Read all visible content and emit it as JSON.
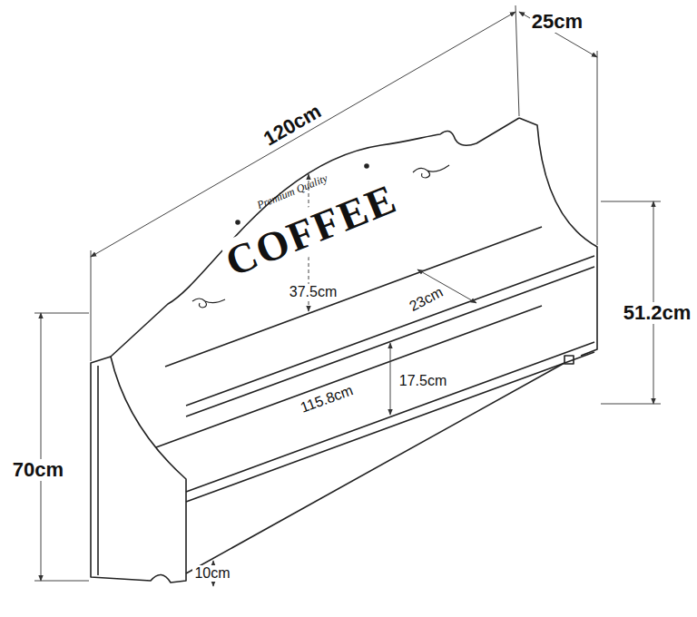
{
  "diagram": {
    "labels": [
      "120cm",
      "25cm",
      "Premium Quality",
      "COFFEE",
      "37.5cm",
      "23cm",
      "51.2cm",
      "70cm",
      "115.8cm",
      "17.5cm",
      "10cm"
    ]
  }
}
